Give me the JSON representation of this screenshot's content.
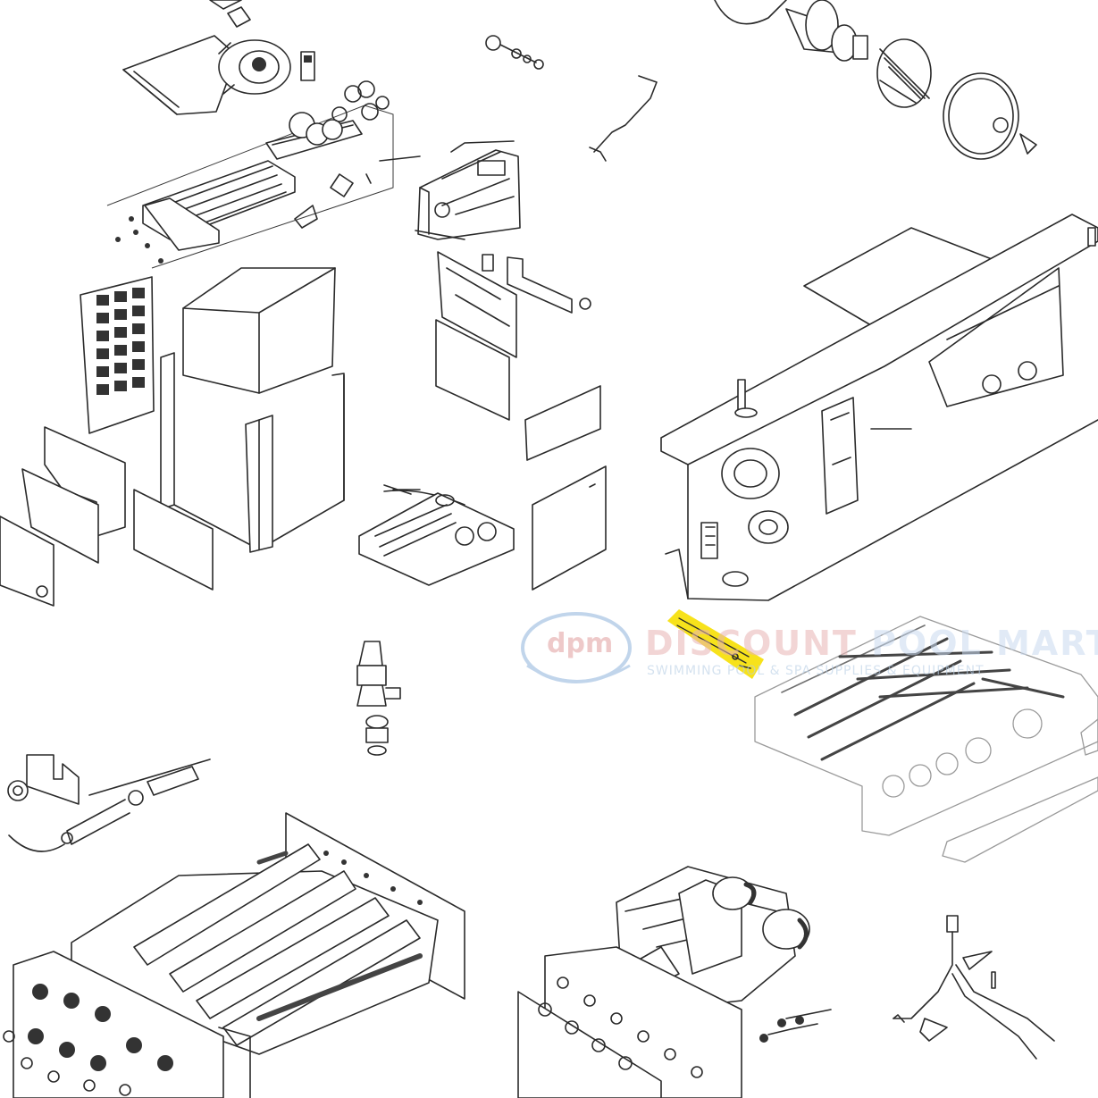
{
  "diagram": {
    "highlight_color": "#f7e21b",
    "line_color": "#2a2a2a",
    "background": "#ffffff"
  },
  "watermark": {
    "logo_letters": "dpm",
    "brand_line_1": "DISCOUNT",
    "brand_line_2": "POOL MART",
    "tagline": "SWIMMING POOL & SPA SUPPLIES & EQUIPMENT",
    "colors": {
      "red": "#d98a8a",
      "blue": "#8fb3dc"
    }
  }
}
